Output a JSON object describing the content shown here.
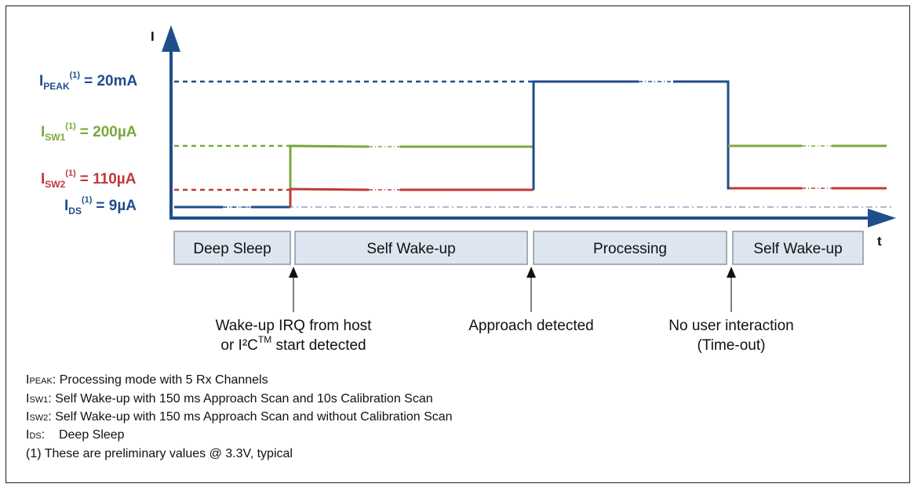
{
  "axes": {
    "y_label": "I",
    "x_label": "t"
  },
  "levels": {
    "peak": {
      "symbol": "I",
      "subscript": "PEAK",
      "superscript": "(1)",
      "value": "= 20mA",
      "color": "#1f4e8c"
    },
    "sw1": {
      "symbol": "I",
      "subscript": "SW1",
      "superscript": "(1)",
      "value": "= 200µA",
      "color": "#7aa83c"
    },
    "sw2": {
      "symbol": "I",
      "subscript": "SW2",
      "superscript": "(1)",
      "value": "= 110µA",
      "color": "#c0393b"
    },
    "ds": {
      "symbol": "I",
      "subscript": "DS",
      "superscript": "(1)",
      "value": "= 9µA",
      "color": "#1f4e8c"
    }
  },
  "phases": [
    {
      "label": "Deep Sleep"
    },
    {
      "label": "Self Wake-up"
    },
    {
      "label": "Processing"
    },
    {
      "label": "Self Wake-up"
    }
  ],
  "events": [
    {
      "line1": "Wake-up IRQ from host",
      "line2_prefix": "or I²C",
      "line2_sup": "TM",
      "line2_suffix": " start detected"
    },
    {
      "line1": "Approach detected"
    },
    {
      "line1": "No user interaction",
      "line2": "(Time-out)"
    }
  ],
  "notes": [
    {
      "symbol": "I",
      "sub": "PEAK",
      "text": ": Processing mode with 5 Rx Channels"
    },
    {
      "symbol": "I",
      "sub": "SW1",
      "text": ":  Self Wake-up with 150 ms Approach Scan and 10s Calibration Scan"
    },
    {
      "symbol": "I",
      "sub": "SW2",
      "text": ":  Self Wake-up with 150 ms Approach Scan and without Calibration Scan"
    },
    {
      "symbol": "I",
      "sub": "DS",
      "text": ":    Deep Sleep"
    },
    {
      "text": "(1) These are preliminary values @ 3.3V, typical"
    }
  ],
  "colors": {
    "axis": "#1f4e8c",
    "peak": "#1f4e8c",
    "sw1": "#7aa83c",
    "sw2": "#c0393b",
    "ds": "#1f4e8c",
    "phase_fill": "#dde6f0",
    "phase_border": "#8a96a3"
  }
}
